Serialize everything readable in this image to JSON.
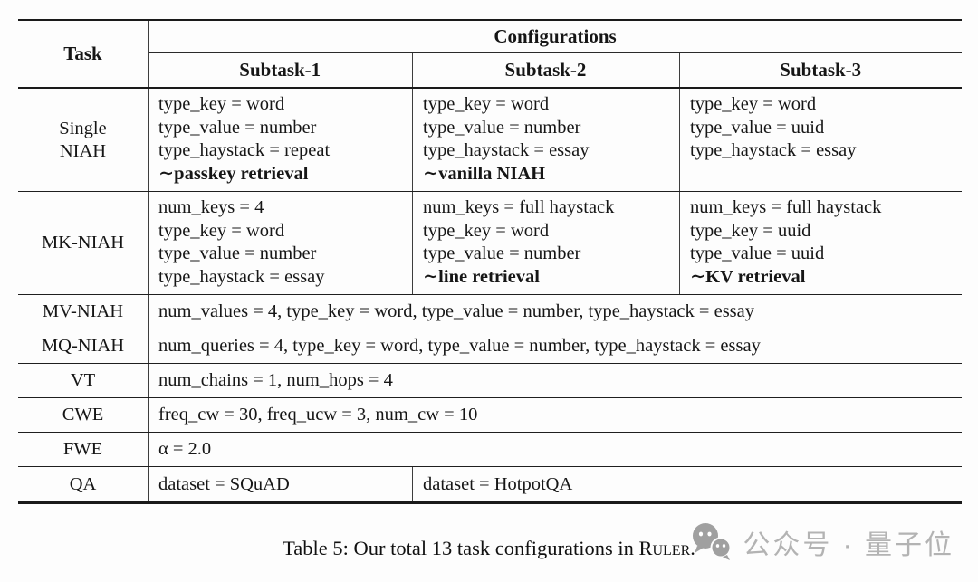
{
  "header": {
    "task": "Task",
    "configurations": "Configurations",
    "subtasks": [
      "Subtask-1",
      "Subtask-2",
      "Subtask-3"
    ]
  },
  "rows": {
    "single_niah": {
      "task": "Single\nNIAH",
      "sub1": {
        "l1": "type_key = word",
        "l2": "type_value = number",
        "l3": "type_haystack = repeat",
        "alias": "∼passkey retrieval"
      },
      "sub2": {
        "l1": "type_key = word",
        "l2": "type_value = number",
        "l3": "type_haystack = essay",
        "alias": "∼vanilla NIAH"
      },
      "sub3": {
        "l1": "type_key = word",
        "l2": "type_value = uuid",
        "l3": "type_haystack = essay"
      }
    },
    "mk_niah": {
      "task": "MK-NIAH",
      "sub1": {
        "l1": "num_keys = 4",
        "l2": "type_key = word",
        "l3": "type_value = number",
        "l4": "type_haystack = essay"
      },
      "sub2": {
        "l1": "num_keys = full haystack",
        "l2": "type_key = word",
        "l3": "type_value = number",
        "alias": "∼line retrieval"
      },
      "sub3": {
        "l1": "num_keys = full haystack",
        "l2": "type_key = uuid",
        "l3": "type_value = uuid",
        "alias": "∼KV retrieval"
      }
    },
    "mv_niah": {
      "task": "MV-NIAH",
      "config": "num_values = 4, type_key = word, type_value = number, type_haystack = essay"
    },
    "mq_niah": {
      "task": "MQ-NIAH",
      "config": "num_queries = 4, type_key = word, type_value = number, type_haystack = essay"
    },
    "vt": {
      "task": "VT",
      "config": "num_chains = 1, num_hops = 4"
    },
    "cwe": {
      "task": "CWE",
      "config": "freq_cw = 30, freq_ucw = 3, num_cw = 10"
    },
    "fwe": {
      "task": "FWE",
      "config": "α = 2.0"
    },
    "qa": {
      "task": "QA",
      "sub1": "dataset = SQuAD",
      "sub23": "dataset = HotpotQA"
    }
  },
  "caption": {
    "prefix": "Table 5: Our total 13 task configurations in ",
    "ruler": "Ruler",
    "suffix": "."
  },
  "watermark": {
    "icon": "wechat-icon",
    "text": "公众号 · 量子位",
    "text_color": "#b3b3b3",
    "icon_color": "#a0a0a0"
  }
}
